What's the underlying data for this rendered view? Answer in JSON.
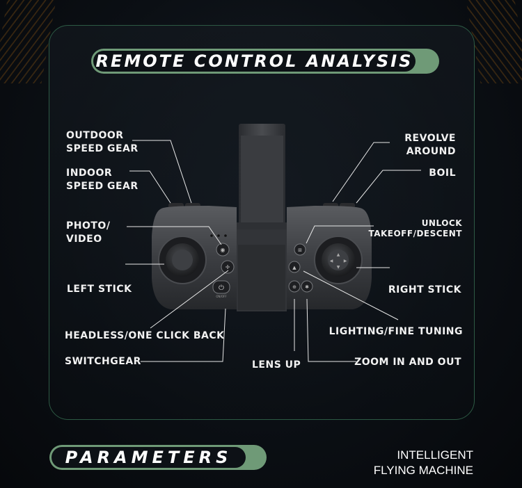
{
  "header": {
    "title": "REMOTE CONTROL ANALYSIS"
  },
  "labels": {
    "outdoor_speed_gear": "OUTDOOR\nSPEED GEAR",
    "indoor_speed_gear": "INDOOR\nSPEED GEAR",
    "photo_video": "PHOTO/\nVIDEO",
    "left_stick": "LEFT STICK",
    "headless": "HEADLESS/ONE CLICK BACK",
    "switchgear": "SWITCHGEAR",
    "lens_up": "LENS UP",
    "revolve_around": "REVOLVE\nAROUND",
    "boil": "BOIL",
    "unlock": "UNLOCK\nTAKEOFF/DESCENT",
    "right_stick": "RIGHT STICK",
    "lighting": "LIGHTING/FINE TUNING",
    "zoom": "ZOOM IN AND OUT"
  },
  "controller": {
    "power_label": "ON/OFF"
  },
  "footer": {
    "parameters": "PARAMETERS",
    "brand_line1": "INTELLIGENT",
    "brand_line2": "FLYING MACHINE"
  },
  "colors": {
    "accent": "#6f9a77",
    "panel_border": "#2d5a44",
    "background": "#0b0f14"
  }
}
